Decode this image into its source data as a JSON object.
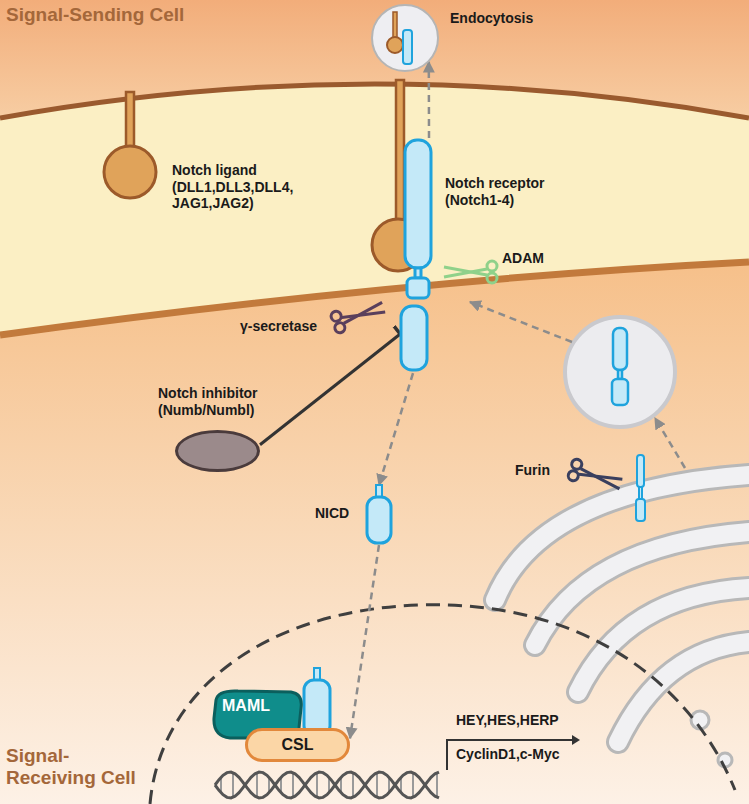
{
  "diagram": {
    "nodes": [
      {
        "text": [
          "Signal-Sending Cell"
        ]
      },
      {
        "text": [
          "Endocytosis"
        ],
        "in": 0
      },
      {
        "text": [
          "Notch ligand (DLL1,DLL3,DLL4, JAG1,JAG2)"
        ]
      },
      {
        "text": [
          "Notch receptor (Notch1-4)"
        ]
      },
      {
        "text": [
          "Signal-Receiving Cell"
        ]
      },
      {
        "text": [
          "Notch inhibitor (Numb/Numbl)"
        ],
        "in": 4
      },
      {
        "text": [
          "NICD"
        ],
        "in": 4
      },
      {
        "text": [
          "MAML"
        ],
        "in": 4
      },
      {
        "text": [
          "CSL"
        ],
        "in": 4
      }
    ],
    "edges": [
      {
        "from": 3,
        "to": 1,
        "arrow": "to"
      },
      {
        "from": 3,
        "to": 6,
        "arrow": "to"
      },
      {
        "from": 6,
        "to": 8,
        "arrow": "to"
      },
      {
        "from": 5,
        "to": 3,
        "arrow": "to"
      }
    ],
    "labels": [
      "ADAM",
      "γ-secretase",
      "Furin",
      "HEY,HES,HERP",
      "CyclinD1,c-Myc"
    ]
  }
}
